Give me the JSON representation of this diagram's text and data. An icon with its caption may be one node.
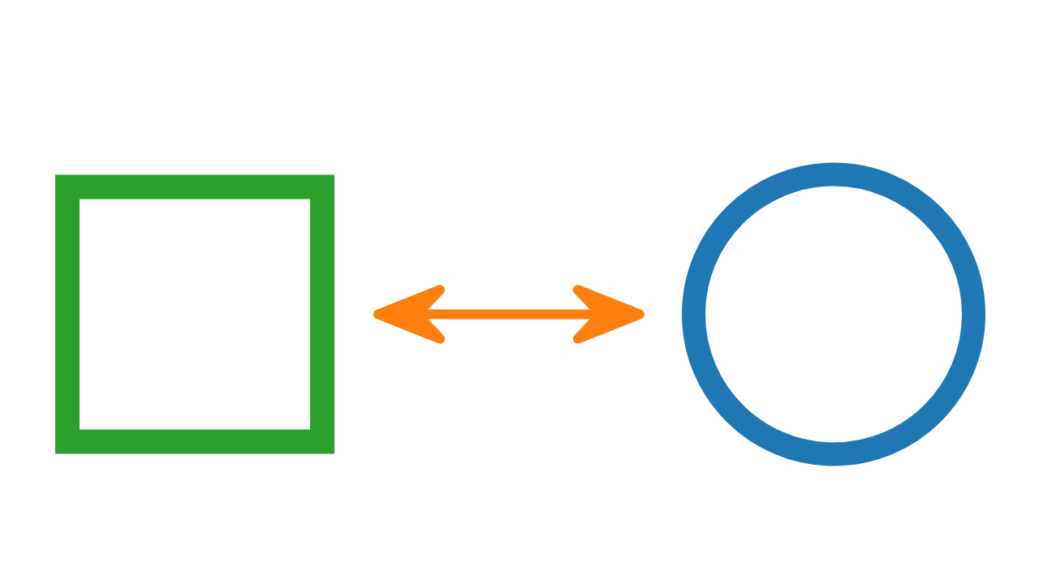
{
  "diagram": {
    "nodes": [
      {
        "text": [],
        "shape": "box"
      },
      {
        "text": [],
        "shape": "circle"
      }
    ],
    "edges": [
      {
        "from": 0,
        "to": 1,
        "arrow": "both"
      }
    ]
  }
}
